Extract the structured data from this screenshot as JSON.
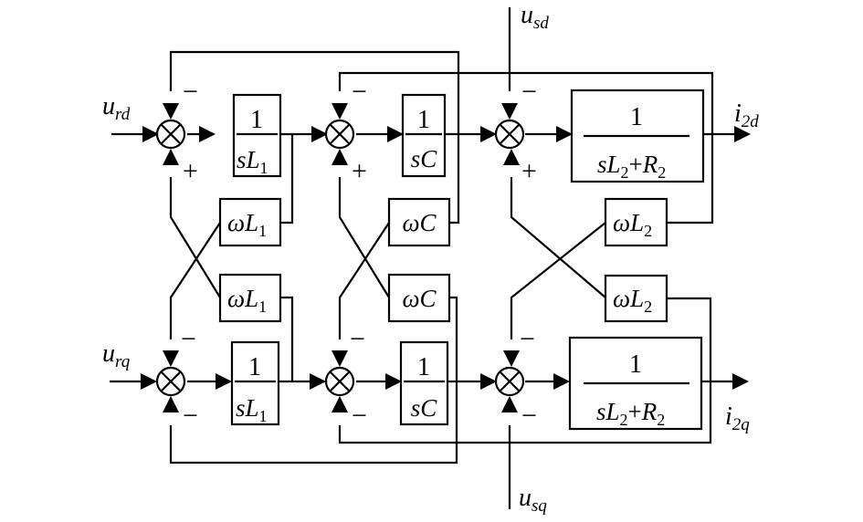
{
  "diagram": {
    "title": "",
    "inputs": {
      "u_rd": {
        "main": "u",
        "sub": "rd"
      },
      "u_rq": {
        "main": "u",
        "sub": "rq"
      },
      "u_sd": {
        "main": "u",
        "sub": "sd"
      },
      "u_sq": {
        "main": "u",
        "sub": "sq"
      }
    },
    "outputs": {
      "i_2d": {
        "main": "i",
        "sub": "2d"
      },
      "i_2q": {
        "main": "i",
        "sub": "2q"
      }
    },
    "blocks": {
      "tf_L1": {
        "num": "1",
        "den_main": "sL",
        "den_sub": "1"
      },
      "tf_C": {
        "num": "1",
        "den": "sC"
      },
      "tf_L2": {
        "num": "1",
        "den_a": "sL",
        "den_a_sub": "2",
        "den_plus": "+",
        "den_b": "R",
        "den_b_sub": "2"
      },
      "wL1": {
        "main": "ωL",
        "sub": "1"
      },
      "wC": {
        "main": "ωC"
      },
      "wL2": {
        "main": "ωL",
        "sub": "2"
      }
    },
    "signs": {
      "minus": "−",
      "plus": "+"
    }
  }
}
